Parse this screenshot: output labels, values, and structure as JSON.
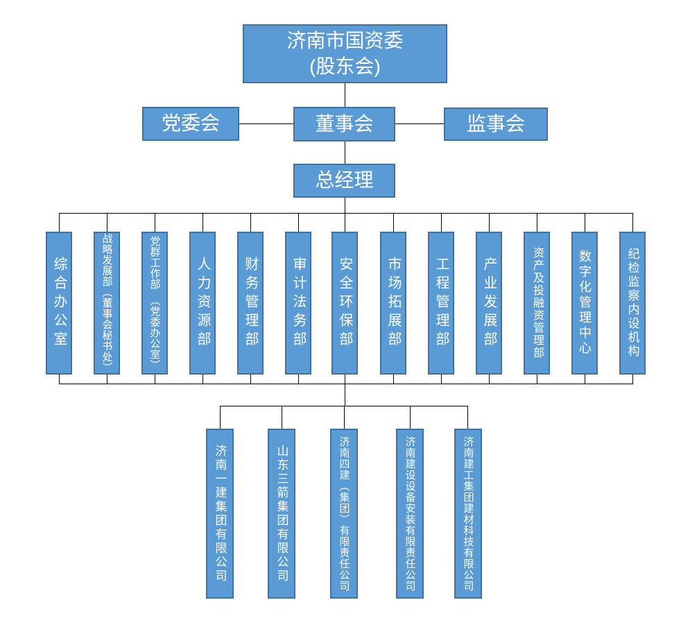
{
  "org_chart": {
    "root": {
      "line1": "济南市国资委",
      "line2": "(股东会)"
    },
    "governance": {
      "party_committee": "党委会",
      "board_of_directors": "董事会",
      "supervisory_board": "监事会"
    },
    "general_manager": "总经理",
    "departments": [
      "综合办公室",
      "战略发展部（董事会秘书处）",
      "党群工作部　（党委办公室）",
      "人力资源部",
      "财务管理部",
      "审计法务部",
      "安全环保部",
      "市场拓展部",
      "工程管理部",
      "产业发展部",
      "资产及投融资管理部",
      "数字化管理中心",
      "纪检监察内设机构"
    ],
    "companies": [
      "济南一建集团有限公司",
      "山东三箭集团有限公司",
      "济南四建（集团）有限责任公司",
      "济南建设设备安装有限责任公司",
      "济南建工集团建材科技有限公司"
    ]
  },
  "colors": {
    "box_fill": "#5b9bd5",
    "box_border": "#41719c",
    "box_text": "#ffffff",
    "connector": "#000000",
    "background": "#ffffff"
  }
}
